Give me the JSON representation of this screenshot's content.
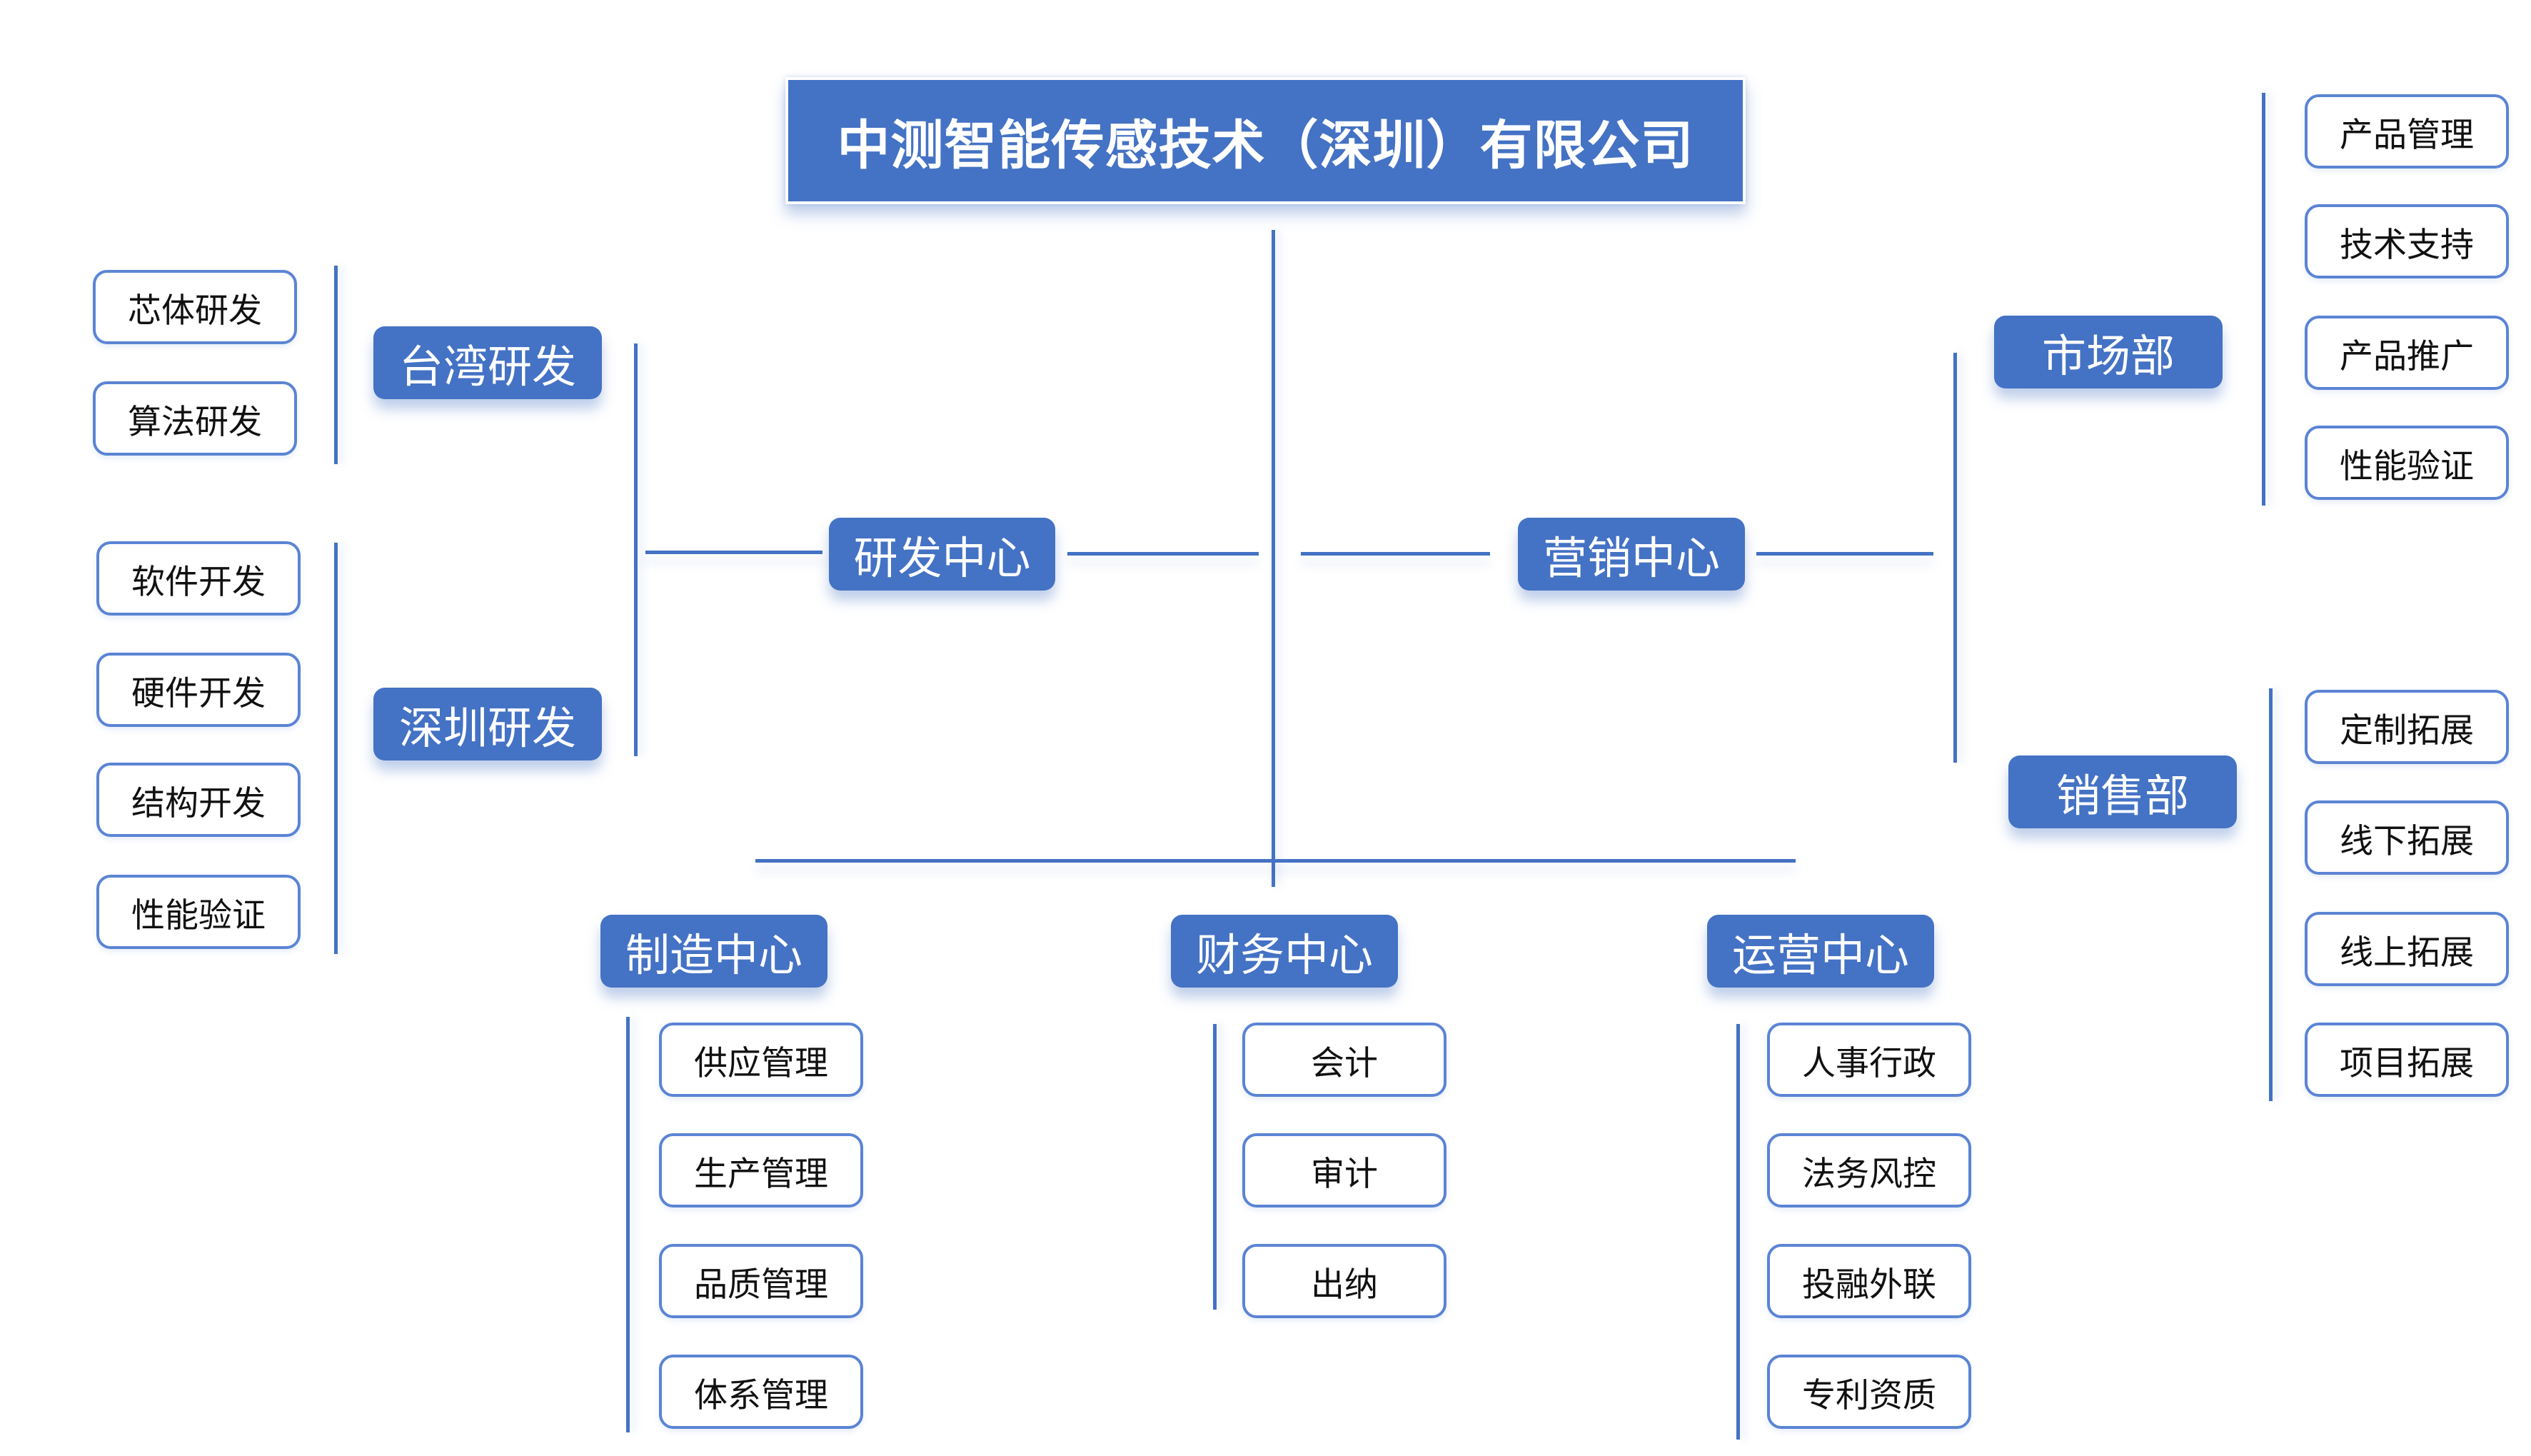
{
  "title": "中测智能传感技术（深圳）有限公司",
  "colors": {
    "node_fill": "#4472C4",
    "leaf_border": "#5B84D3",
    "line": "#4472C4",
    "background": "#FFFFFF"
  },
  "centers": {
    "rd": {
      "label": "研发中心",
      "groups": [
        {
          "label": "台湾研发",
          "items": [
            "芯体研发",
            "算法研发"
          ]
        },
        {
          "label": "深圳研发",
          "items": [
            "软件开发",
            "硬件开发",
            "结构开发",
            "性能验证"
          ]
        }
      ]
    },
    "marketing": {
      "label": "营销中心",
      "groups": [
        {
          "label": "市场部",
          "items": [
            "产品管理",
            "技术支持",
            "产品推广",
            "性能验证"
          ]
        },
        {
          "label": "销售部",
          "items": [
            "定制拓展",
            "线下拓展",
            "线上拓展",
            "项目拓展"
          ]
        }
      ]
    },
    "manufacturing": {
      "label": "制造中心",
      "items": [
        "供应管理",
        "生产管理",
        "品质管理",
        "体系管理"
      ]
    },
    "finance": {
      "label": "财务中心",
      "items": [
        "会计",
        "审计",
        "出纳"
      ]
    },
    "operations": {
      "label": "运营中心",
      "items": [
        "人事行政",
        "法务风控",
        "投融外联",
        "专利资质"
      ]
    }
  }
}
